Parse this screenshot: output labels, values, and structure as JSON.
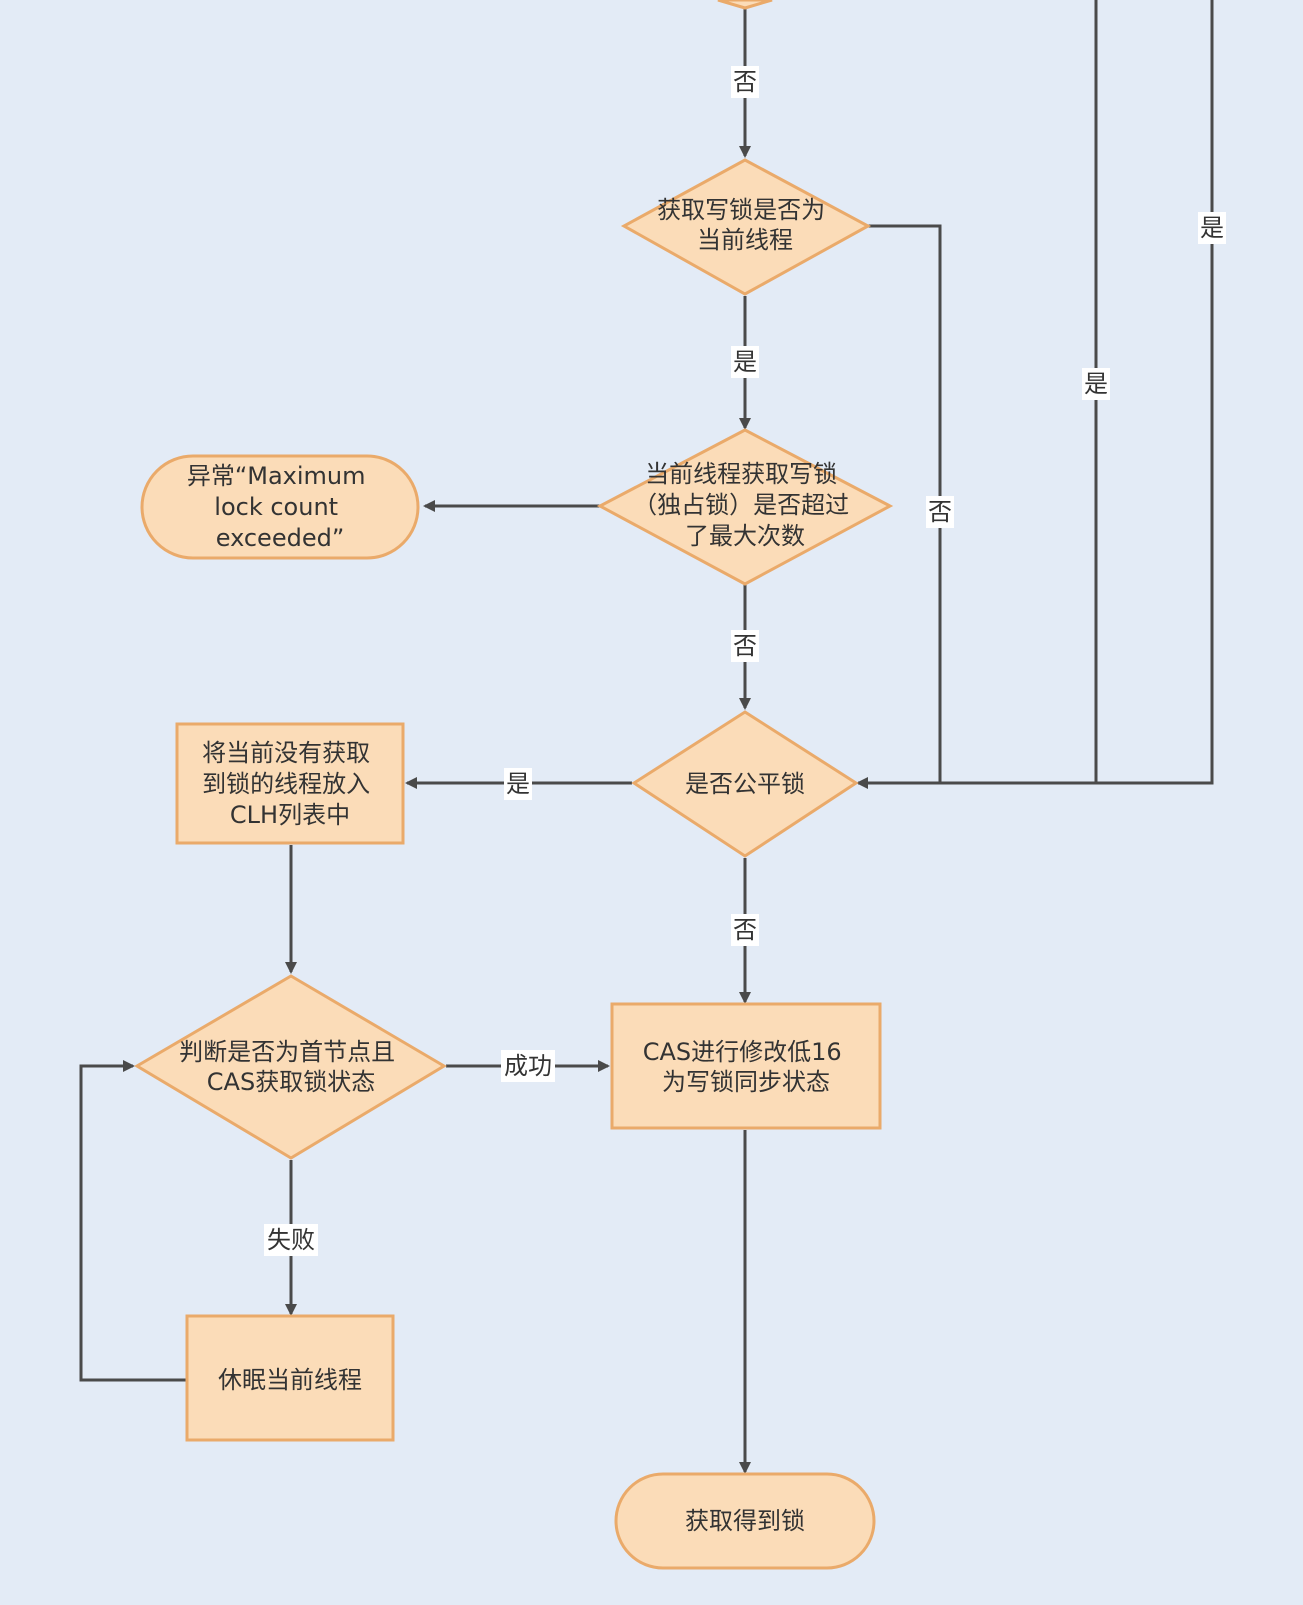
{
  "colors": {
    "background": "#e3ebf6",
    "node_fill": "#fbdcb8",
    "node_stroke": "#eaaa6a",
    "edge": "#4a4a4a",
    "text": "#333333"
  },
  "nodes": {
    "write_lock_current_thread": [
      "获取写锁是否为",
      "当前线程"
    ],
    "exceeded_max_count": [
      "当前线程获取写锁",
      "（独占锁）是否超过",
      "了最大次数"
    ],
    "max_lock_exception": [
      "异常“Maximum",
      "lock count",
      "exceeded”"
    ],
    "is_fair_lock": [
      "是否公平锁"
    ],
    "add_to_clh": [
      "将当前没有获取",
      "到锁的线程放入",
      "CLH列表中"
    ],
    "is_head_node_cas": [
      "判断是否为首节点且",
      "CAS获取锁状态"
    ],
    "cas_modify_low16": [
      "CAS进行修改低16",
      "为写锁同步状态"
    ],
    "sleep_thread": [
      "休眠当前线程"
    ],
    "lock_acquired": [
      "获取得到锁"
    ]
  },
  "edge_labels": {
    "top_no": "否",
    "write_lock_yes": "是",
    "write_lock_no": "否",
    "exceeded_no": "否",
    "fair_yes": "是",
    "fair_no": "否",
    "success": "成功",
    "fail": "失败",
    "right_yes_inner": "是",
    "right_yes_outer": "是"
  }
}
